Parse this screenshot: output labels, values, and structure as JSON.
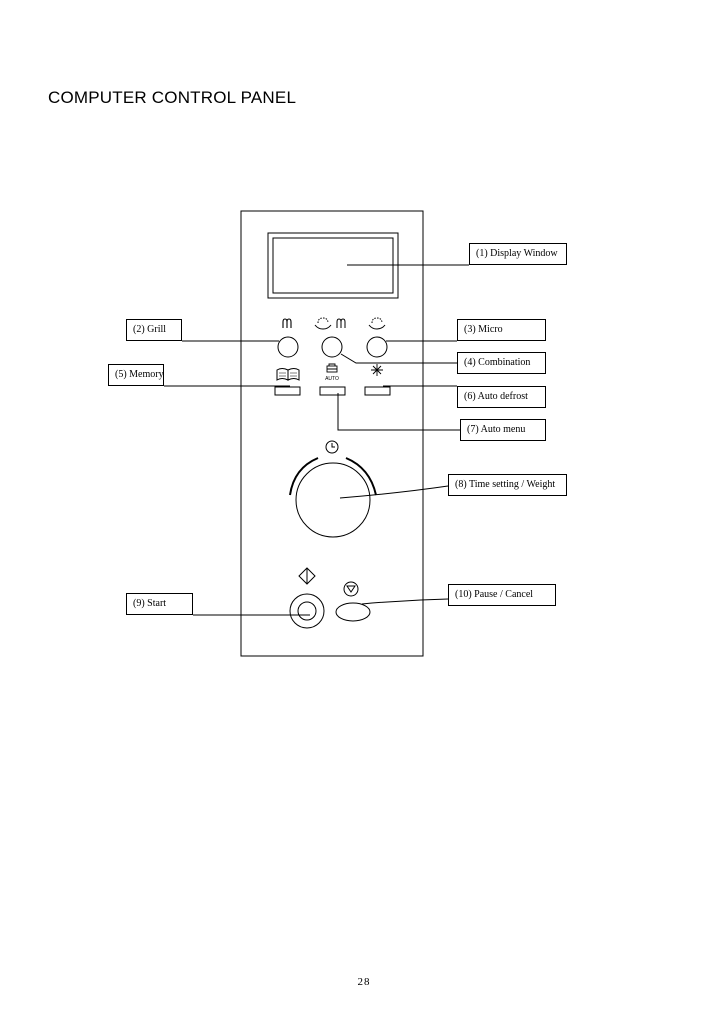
{
  "page": {
    "title": "COMPUTER CONTROL PANEL",
    "page_number": "28"
  },
  "labels": {
    "display_window": "(1) Display Window",
    "grill": "(2) Grill",
    "micro": "(3) Micro",
    "combination": "(4) Combination",
    "memory": "(5) Memory",
    "auto_defrost": "(6) Auto defrost",
    "auto_menu": "(7) Auto menu",
    "time_weight": "(8) Time setting / Weight",
    "start": "(9) Start",
    "pause_cancel": "(10) Pause / Cancel"
  },
  "panel": {
    "auto_button_text": "AUTO"
  },
  "icons": {
    "grill": "grill-icon",
    "combination": "combination-icon",
    "micro": "microwave-icon",
    "memory": "book-icon",
    "auto_menu": "auto-menu-icon",
    "defrost": "snowflake-icon",
    "timer": "clock-icon",
    "start": "start-diamond-icon",
    "stop": "stop-triangle-icon"
  }
}
